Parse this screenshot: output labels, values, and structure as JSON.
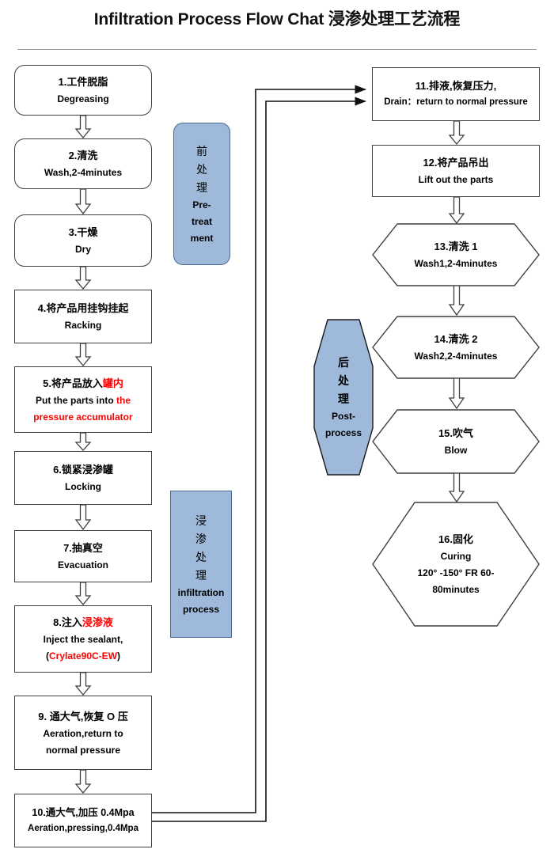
{
  "title": "Infiltration Process Flow Chat 浸渗处理工艺流程",
  "nodes": [
    {
      "id": "step1",
      "shape": "rounded-rect",
      "lines": [
        {
          "text": "1.工件脱脂",
          "style": "cn"
        },
        {
          "text": "Degreasing",
          "style": "en"
        }
      ]
    },
    {
      "id": "step2",
      "shape": "rounded-rect",
      "lines": [
        {
          "text": "2.清洗",
          "style": "cn"
        },
        {
          "text": "Wash,2-4minutes",
          "style": "en"
        }
      ]
    },
    {
      "id": "step3",
      "shape": "rounded-rect",
      "lines": [
        {
          "text": "3.干燥",
          "style": "cn"
        },
        {
          "text": "Dry",
          "style": "en"
        }
      ]
    },
    {
      "id": "step4",
      "shape": "rect",
      "lines": [
        {
          "text": "4.将产品用挂钩挂起",
          "style": "cn"
        },
        {
          "text": "Racking",
          "style": "en"
        }
      ]
    },
    {
      "id": "step5",
      "shape": "rect",
      "lines": [
        {
          "text": "5.将产品放入",
          "style": "cn",
          "tail": "罐内",
          "tail_color": "red"
        },
        {
          "text": "Put the parts into ",
          "style": "en",
          "tail": "the",
          "tail_color": "red"
        },
        {
          "text": "pressure accumulator",
          "style": "en",
          "color": "red"
        }
      ]
    },
    {
      "id": "step6",
      "shape": "rect",
      "lines": [
        {
          "text": "6.锁紧浸渗罐",
          "style": "cn"
        },
        {
          "text": "Locking",
          "style": "en"
        }
      ]
    },
    {
      "id": "step7",
      "shape": "rect",
      "lines": [
        {
          "text": "7.抽真空",
          "style": "cn"
        },
        {
          "text": "Evacuation",
          "style": "en"
        }
      ]
    },
    {
      "id": "step8",
      "shape": "rect",
      "lines": [
        {
          "text": "8.注入",
          "style": "cn",
          "tail": "浸渗液",
          "tail_color": "red"
        },
        {
          "text": "Inject the sealant,",
          "style": "en"
        },
        {
          "text": "(Crylate90C-EW)",
          "style": "en",
          "color": "red_paren"
        }
      ]
    },
    {
      "id": "step9",
      "shape": "rect",
      "lines": [
        {
          "text": "9. 通大气,恢复 O 压",
          "style": "cn"
        },
        {
          "text": "Aeration,return to",
          "style": "en"
        },
        {
          "text": "normal pressure",
          "style": "en"
        }
      ]
    },
    {
      "id": "step10",
      "shape": "rect",
      "lines": [
        {
          "text": "10.通大气,加压 0.4Mpa",
          "style": "cn"
        },
        {
          "text": "Aeration,pressing,0.4Mpa",
          "style": "en"
        }
      ]
    },
    {
      "id": "step11",
      "shape": "rect",
      "lines": [
        {
          "text": "11.排液,恢复压力,",
          "style": "cn"
        },
        {
          "text": "Drain：return to normal pressure",
          "style": "en"
        }
      ]
    },
    {
      "id": "step12",
      "shape": "rect",
      "lines": [
        {
          "text": "12.将产品吊出",
          "style": "cn"
        },
        {
          "text": "Lift out the parts",
          "style": "en"
        }
      ]
    },
    {
      "id": "step13",
      "shape": "hexagon",
      "lines": [
        {
          "text": "13.清洗 1",
          "style": "cn"
        },
        {
          "text": "Wash1,2-4minutes",
          "style": "en"
        }
      ]
    },
    {
      "id": "step14",
      "shape": "hexagon",
      "lines": [
        {
          "text": "14.清洗 2",
          "style": "cn"
        },
        {
          "text": "Wash2,2-4minutes",
          "style": "en"
        }
      ]
    },
    {
      "id": "step15",
      "shape": "hexagon",
      "lines": [
        {
          "text": "15.吹气",
          "style": "cn"
        },
        {
          "text": "Blow",
          "style": "en"
        }
      ]
    },
    {
      "id": "step16",
      "shape": "hexagon",
      "lines": [
        {
          "text": "16.固化",
          "style": "cn"
        },
        {
          "text": "Curing",
          "style": "en"
        },
        {
          "text": "120° -150° FR 60-",
          "style": "en"
        },
        {
          "text": "80minutes",
          "style": "en"
        }
      ]
    }
  ],
  "bands": [
    {
      "id": "band-pretreatment",
      "shape": "rounded-rect",
      "lines": [
        {
          "text": "前",
          "style": "cn"
        },
        {
          "text": "处",
          "style": "cn"
        },
        {
          "text": "理",
          "style": "cn"
        },
        {
          "text": "Pre-",
          "style": "en"
        },
        {
          "text": "treat",
          "style": "en"
        },
        {
          "text": "ment",
          "style": "en"
        }
      ]
    },
    {
      "id": "band-infiltration",
      "shape": "rect",
      "lines": [
        {
          "text": "浸",
          "style": "cn"
        },
        {
          "text": "渗",
          "style": "cn"
        },
        {
          "text": "处",
          "style": "cn"
        },
        {
          "text": "理",
          "style": "cn"
        },
        {
          "text": "infiltration",
          "style": "en"
        },
        {
          "text": "process",
          "style": "en"
        }
      ]
    },
    {
      "id": "band-postprocess",
      "shape": "vertical-hexagon",
      "lines": [
        {
          "text": "后",
          "style": "cn"
        },
        {
          "text": "处",
          "style": "cn"
        },
        {
          "text": "理",
          "style": "cn"
        },
        {
          "text": "Post-",
          "style": "en"
        },
        {
          "text": "process",
          "style": "en"
        }
      ]
    }
  ],
  "colors": {
    "band_fill": "#9EB9DA",
    "band_stroke": "#4A6A92",
    "node_stroke": "#3F3F3F",
    "highlight_text": "#FF0000",
    "title_rule": "#9A9A9A",
    "text": "#000000"
  },
  "flow": {
    "arrow_style": "hollow-block-down-arrow",
    "sequence": [
      "step1",
      "step2",
      "step3",
      "step4",
      "step5",
      "step6",
      "step7",
      "step8",
      "step9",
      "step10",
      "step11",
      "step12",
      "step13",
      "step14",
      "step15",
      "step16"
    ],
    "cross_links": [
      {
        "from": "step10",
        "to": "step11",
        "label": ""
      },
      {
        "from": "step10",
        "to": "step11",
        "label": ""
      }
    ]
  }
}
